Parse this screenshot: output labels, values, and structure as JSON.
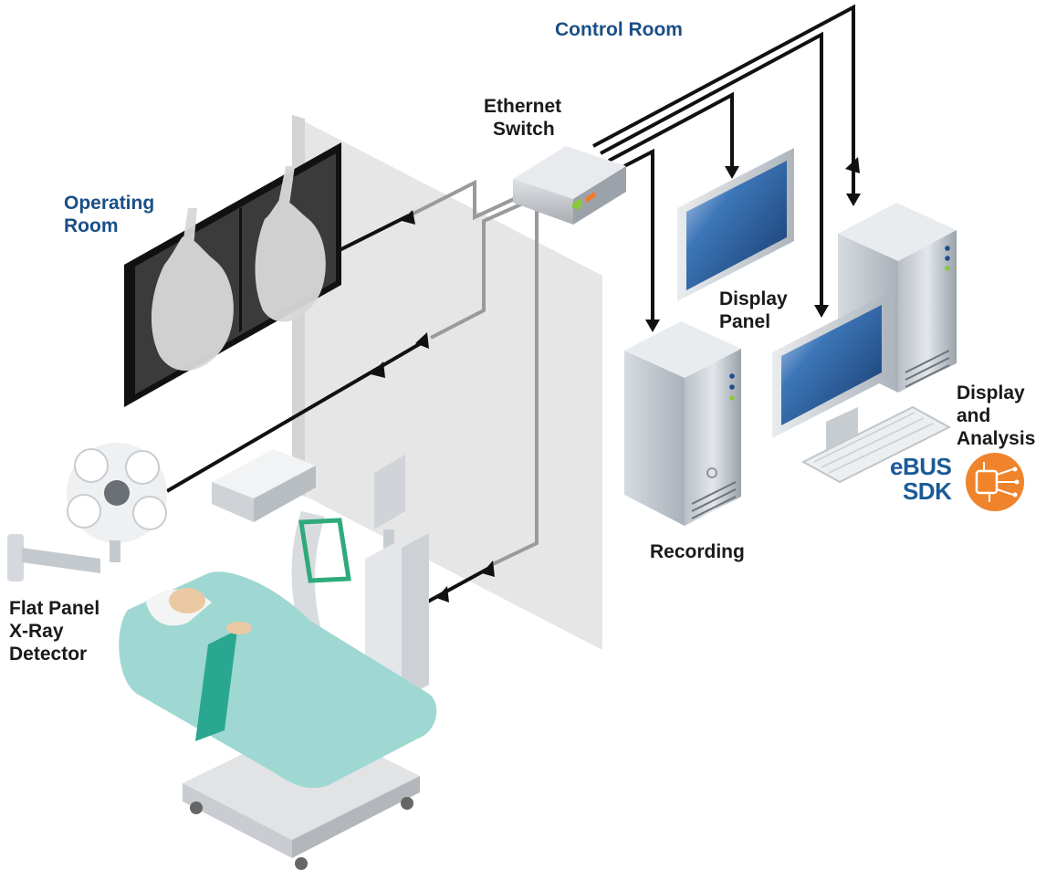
{
  "labels": {
    "control_room": "Control Room",
    "ethernet_switch": [
      "Ethernet",
      "Switch"
    ],
    "operating_room": [
      "Operating",
      "Room"
    ],
    "display_panel": [
      "Display",
      "Panel"
    ],
    "display_analysis": [
      "Display",
      "and",
      "Analysis"
    ],
    "recording": "Recording",
    "flat_panel": [
      "Flat Panel",
      "X-Ray",
      "Detector"
    ]
  },
  "sdk_badge": {
    "lines": [
      "eBUS",
      "SDK"
    ],
    "color": "#1b5a96",
    "icon": "circuit-chip-icon",
    "icon_color": "#f0842c"
  },
  "colors": {
    "room_label": "#1b4f86",
    "cable": "#111111",
    "cable_gray": "#9a9a9a",
    "wall": "#e6e6e6",
    "bed_teal": "#9fd8d2",
    "screen_blue": "#1d4f8c",
    "led_orange": "#f07b2c",
    "led_green": "#8cc63f"
  }
}
